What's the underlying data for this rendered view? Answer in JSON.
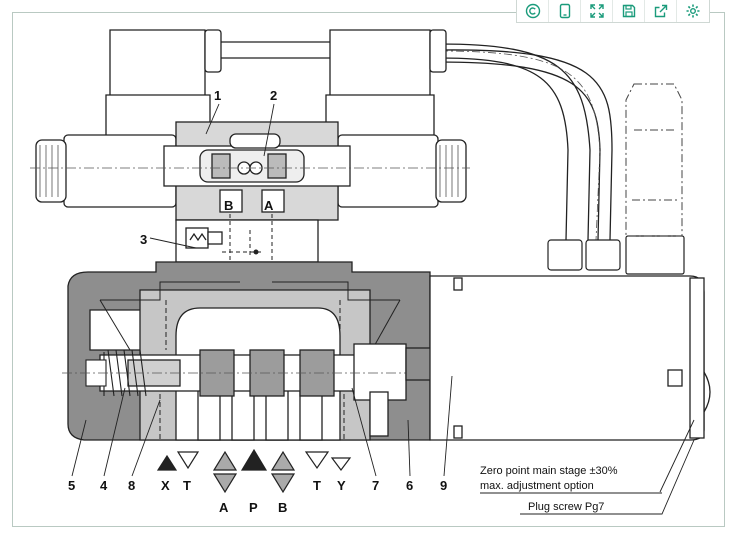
{
  "toolbar": {
    "icons": [
      "copyright-icon",
      "tablet-icon",
      "expand-icon",
      "save-icon",
      "share-icon",
      "settings-icon"
    ],
    "accent_color": "#1a9b7b"
  },
  "callouts": {
    "n1": "1",
    "n2": "2",
    "n3": "3",
    "n4": "4",
    "n5": "5",
    "n6": "6",
    "n7": "7",
    "n8": "8",
    "n9": "9"
  },
  "ports": {
    "upper_b": "B",
    "upper_a": "A",
    "x": "X",
    "t_left": "T",
    "t_right": "T",
    "y": "Y",
    "a": "A",
    "p": "P",
    "b": "B"
  },
  "notes": {
    "zero_point_line1": "Zero point main stage ±30%",
    "zero_point_line2": "max. adjustment option",
    "plug_screw": "Plug screw Pg7"
  }
}
